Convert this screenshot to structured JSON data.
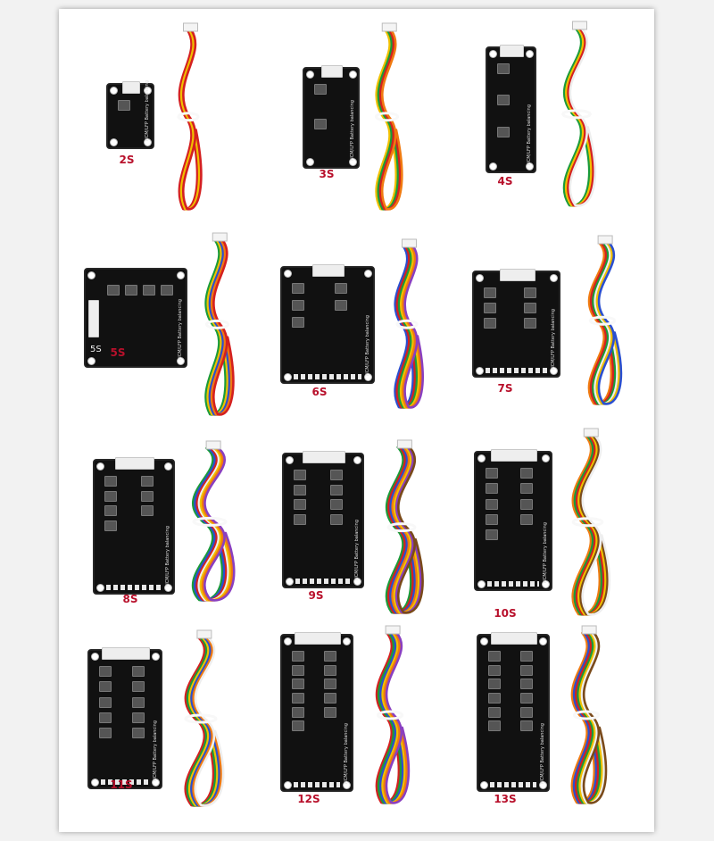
{
  "products": [
    {
      "label": "2S"
    },
    {
      "label": "3S"
    },
    {
      "label": "4S"
    },
    {
      "label": "5S",
      "board_marking": "5S"
    },
    {
      "label": "6S"
    },
    {
      "label": "7S"
    },
    {
      "label": "8S"
    },
    {
      "label": "9S"
    },
    {
      "label": "10S"
    },
    {
      "label": "11S"
    },
    {
      "label": "12S"
    },
    {
      "label": "13S"
    }
  ],
  "board_silkscreen": "NCM/LFP Battery balancing",
  "colors": {
    "label_red": "#b8102b",
    "board_black": "#111111",
    "wire_red": "#d42020",
    "wire_yellow": "#f0c000",
    "wire_green": "#1a9b3a",
    "wire_blue": "#2a4fd0",
    "wire_orange": "#f07a10",
    "wire_white": "#eeeeee",
    "wire_purple": "#8a3fc0",
    "wire_brown": "#7a4a1a"
  }
}
